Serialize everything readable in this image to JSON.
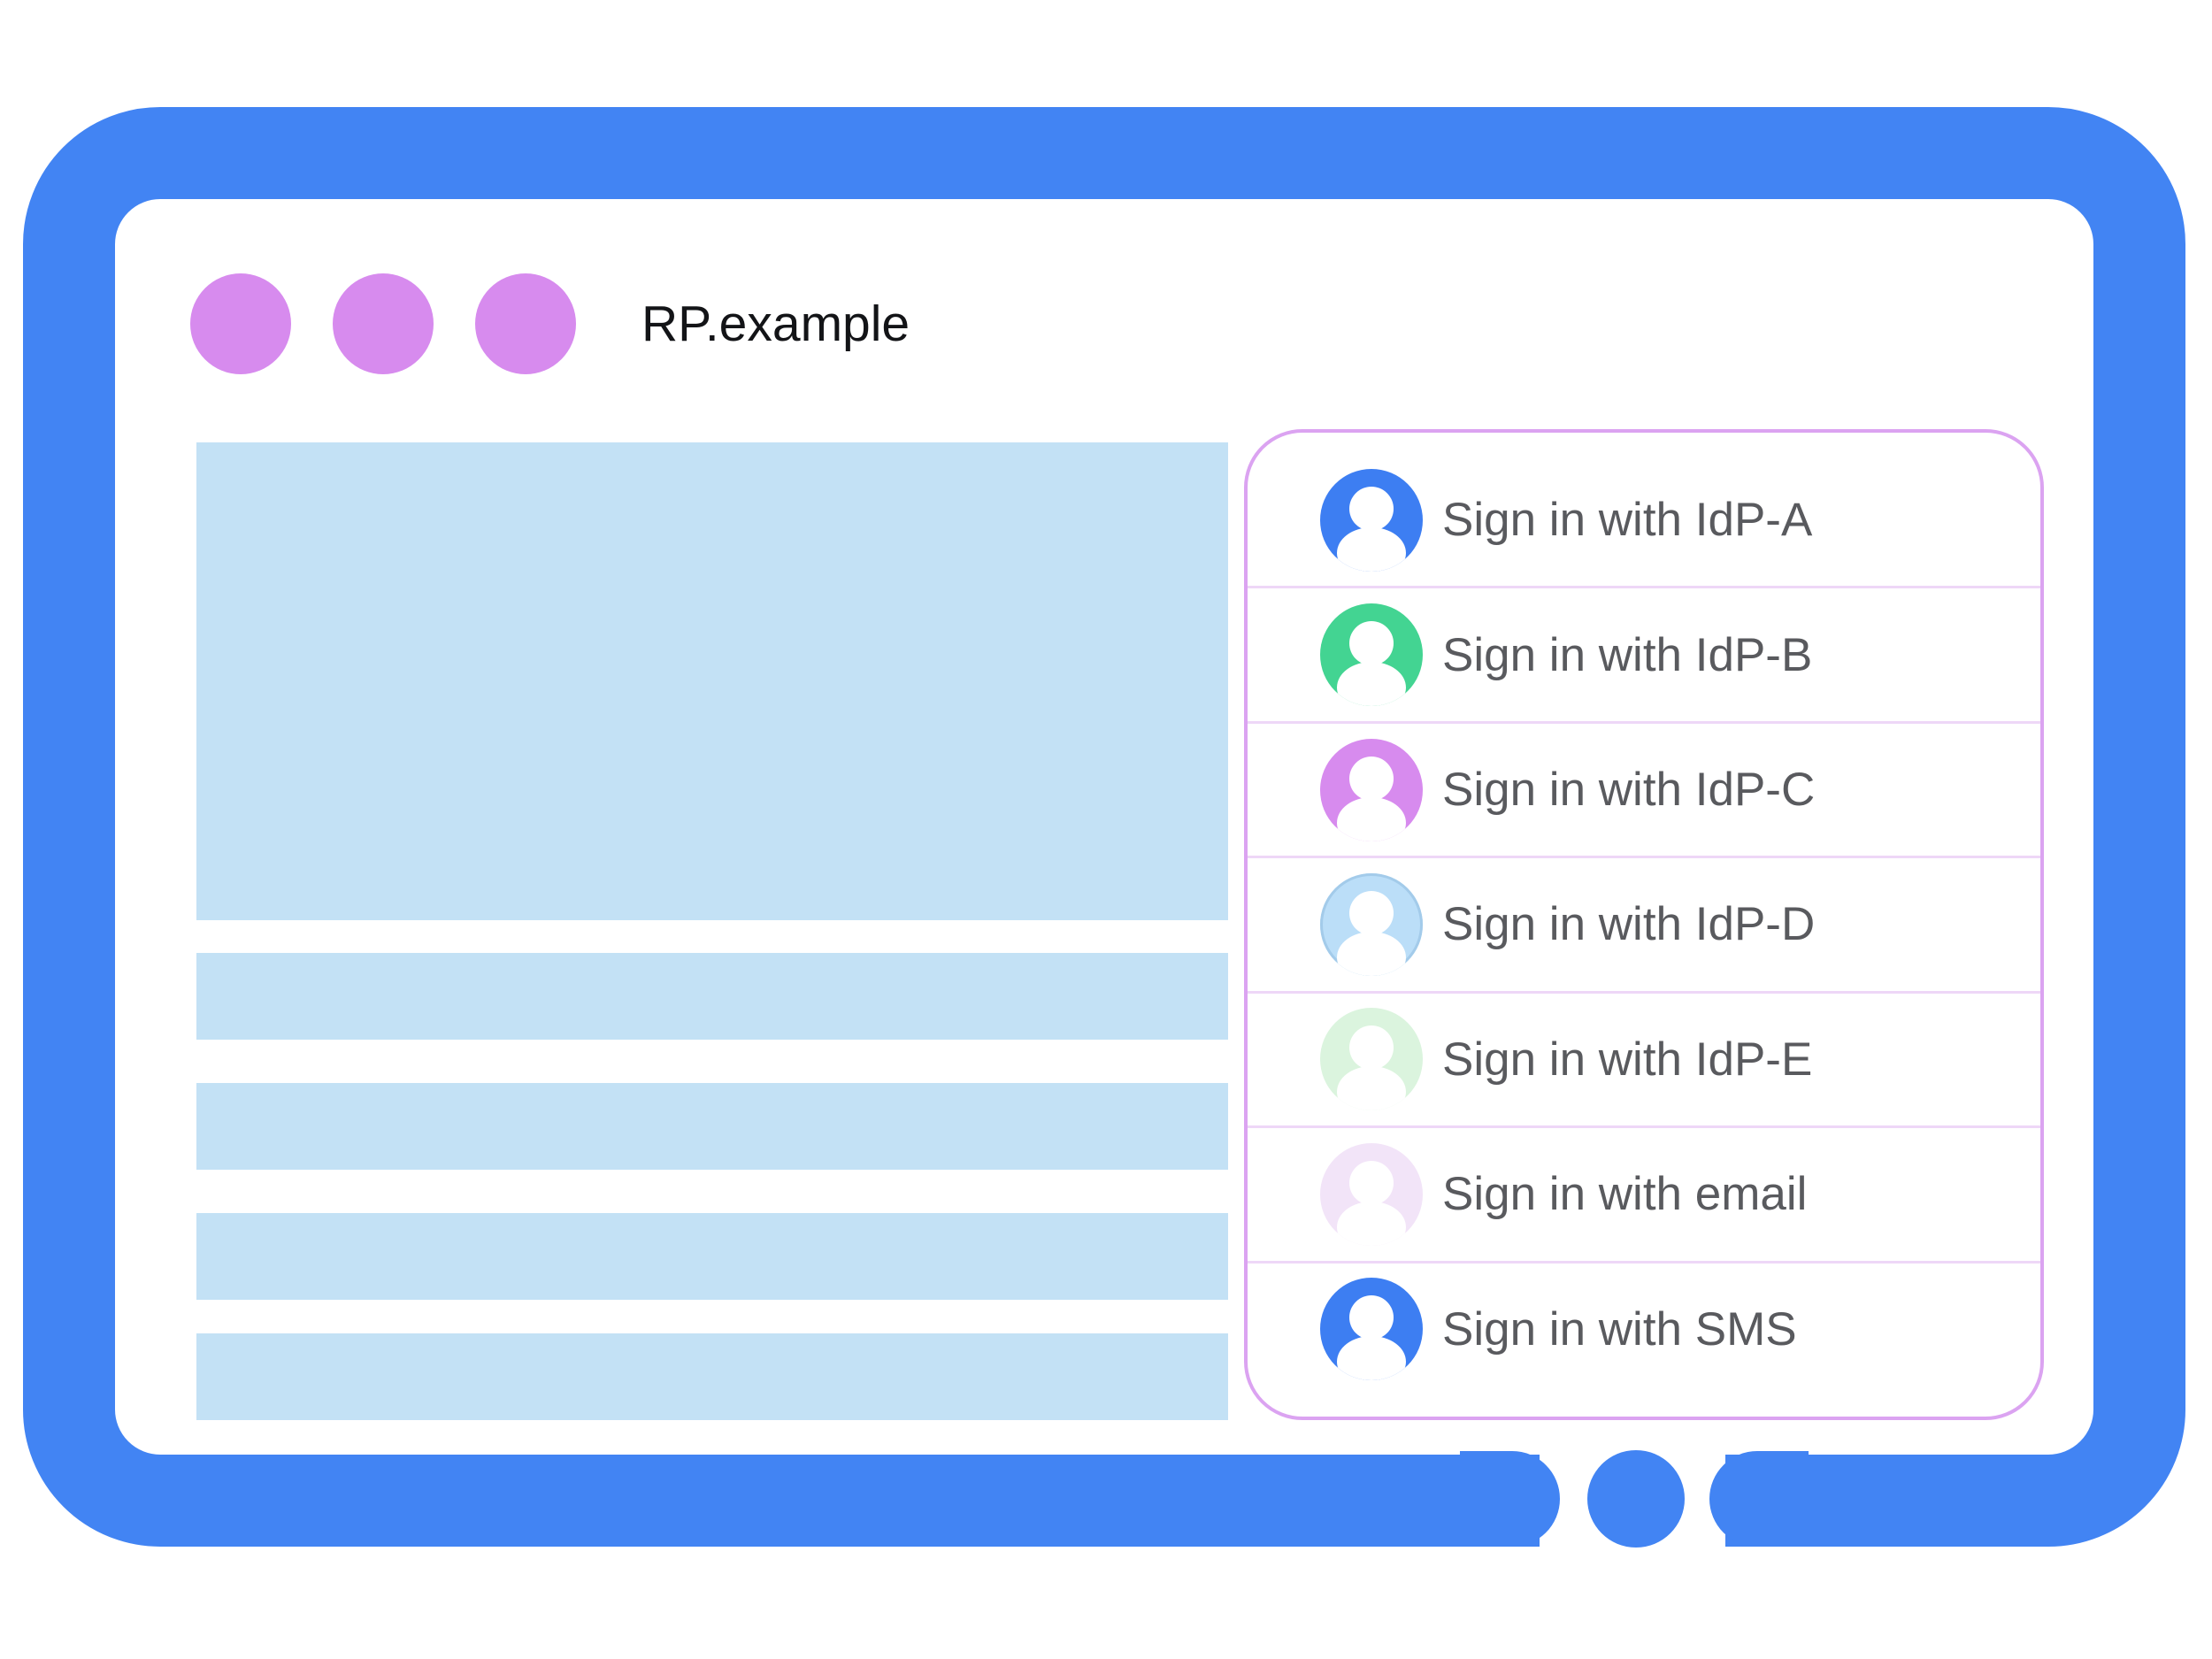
{
  "window": {
    "title": "RP.example",
    "dot_count": 3
  },
  "sign_in_panel": {
    "options": [
      {
        "label": "Sign in with IdP-A",
        "avatar_color": "#3d7ef2"
      },
      {
        "label": "Sign in with IdP-B",
        "avatar_color": "#43d492"
      },
      {
        "label": "Sign in with IdP-C",
        "avatar_color": "#d78bee"
      },
      {
        "label": "Sign in with IdP-D",
        "avatar_color": "#bbdef8",
        "avatar_ring": "inset 0 0 0 3px #a3cbea"
      },
      {
        "label": "Sign in with IdP-E",
        "avatar_color": "#dbf4de"
      },
      {
        "label": "Sign in with email",
        "avatar_color": "#f2e4f8"
      },
      {
        "label": "Sign in with SMS",
        "avatar_color": "#3d7ef2"
      }
    ]
  },
  "colors": {
    "frame_blue": "#4284f3",
    "dot_purple": "#d78bee",
    "placeholder_blue": "#c3e1f5",
    "panel_border": "#dba3f1",
    "divider_purple": "#eed7f7",
    "label_gray": "#595a5e",
    "title_color": "#131417"
  }
}
